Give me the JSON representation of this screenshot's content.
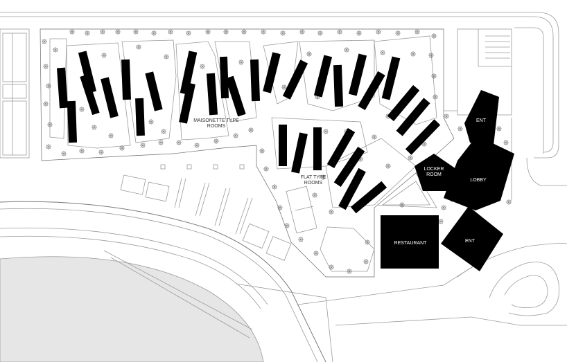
{
  "labels": {
    "maisonette_line1": "MAISONETTE TYPE",
    "maisonette_line2": "ROOMS",
    "flat_line1": "FLAT TYPE",
    "flat_line2": "ROOMS",
    "locker_line1": "LOCKER",
    "locker_line2": "ROOM",
    "lobby": "LOBBY",
    "ent_upper": "ENT",
    "ent_lower": "ENT",
    "restaurant": "RESTAURANT"
  },
  "colors": {
    "building_fill": "#000000",
    "linework": "#9a9a9a",
    "water_pool": "#e6e6e6",
    "background": "#ffffff"
  },
  "legend_icons": [
    "tree-symbol-icon"
  ]
}
